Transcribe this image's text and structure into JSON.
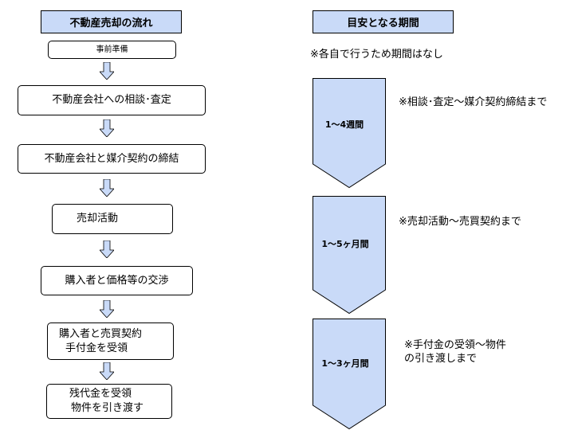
{
  "left_header": "不動産売却の流れ",
  "right_header": "目安となる期間",
  "steps": [
    {
      "lines": [
        "事前準備"
      ]
    },
    {
      "lines": [
        "不動産会社への相談･査定"
      ]
    },
    {
      "lines": [
        "不動産会社と媒介契約の締結"
      ]
    },
    {
      "lines": [
        "売却活動"
      ]
    },
    {
      "lines": [
        "購入者と価格等の交渉"
      ]
    },
    {
      "lines": [
        "購入者と売買契約",
        "手付金を受領"
      ]
    },
    {
      "lines": [
        "残代金を受領",
        "物件を引き渡す"
      ]
    }
  ],
  "preparation_note": "※各自で行うため期間はなし",
  "periods": [
    {
      "label": "1～4週間",
      "note_lines": [
        "※相談･査定～媒介契約締結まで"
      ]
    },
    {
      "label": "1～5ヶ月間",
      "note_lines": [
        "※売却活動～売買契約まで"
      ]
    },
    {
      "label": "1～3ヶ月間",
      "note_lines": [
        "※手付金の受領～物件",
        "の引き渡しまで"
      ]
    }
  ],
  "colors": {
    "header_fill": "#c9daf8",
    "period_fill": "#c9daf8",
    "arrow_fill": "#c9daf8",
    "border": "#000000"
  }
}
